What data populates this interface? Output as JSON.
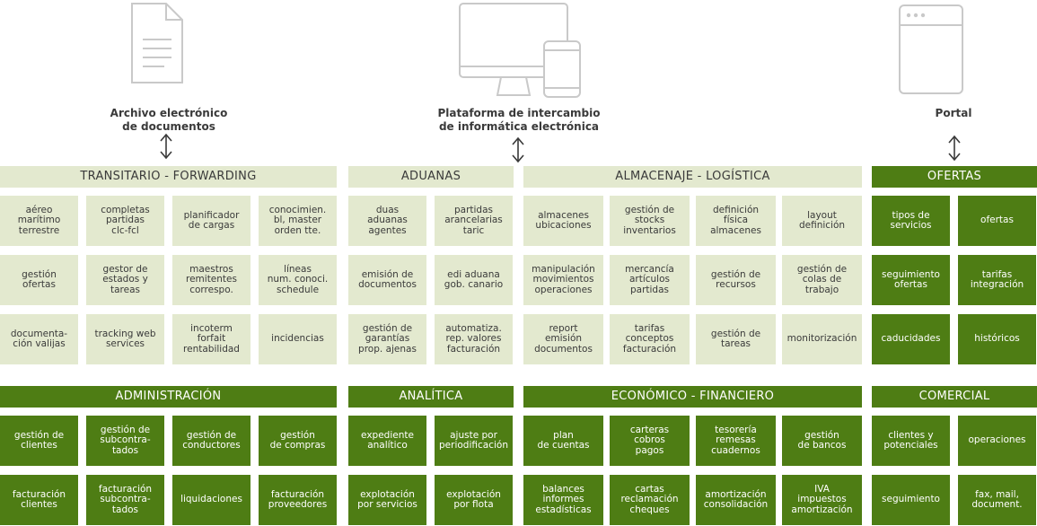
{
  "sources": [
    {
      "id": "doc",
      "icon": "document-icon",
      "caption": "Archivo electrónico\nde documentos"
    },
    {
      "id": "platform",
      "icon": "devices-icon",
      "caption": "Plataforma de intercambio\nde informática electrónica"
    },
    {
      "id": "portal",
      "icon": "browser-window-icon",
      "caption": "Portal"
    }
  ],
  "colors": {
    "light": "#e3e9cf",
    "dark": "#4e7d14",
    "text": "#3a3a3a"
  },
  "sections": {
    "transitario": {
      "title": "TRANSITARIO - FORWARDING",
      "cells": [
        "aéreo\nmarítimo\nterrestre",
        "completas\npartidas\nclc-fcl",
        "planificador\nde cargas",
        "conocimien.\nbl, master\norden tte.",
        "gestión\nofertas",
        "gestor de\nestados y\ntareas",
        "maestros\nremitentes\ncorrespo.",
        "líneas\nnum. conoci.\nschedule",
        "documenta-\nción valijas",
        "tracking web\nservices",
        "incoterm\nforfait\nrentabilidad",
        "incidencias"
      ]
    },
    "aduanas": {
      "title": "ADUANAS",
      "cells": [
        "duas\naduanas\nagentes",
        "partidas\narancelarias\ntaric",
        "emisión de\ndocumentos",
        "edi aduana\ngob. canario",
        "gestión de\ngarantías\nprop. ajenas",
        "automatiza.\nrep. valores\nfacturación"
      ]
    },
    "almacenaje": {
      "title": "ALMACENAJE - LOGÍSTICA",
      "cells": [
        "almacenes\nubicaciones",
        "gestión de\nstocks\ninventarios",
        "definición\nfísica\nalmacenes",
        "layout\ndefinición",
        "manipulación\nmovimientos\noperaciones",
        "mercancía\nartículos\npartidas",
        "gestión de\nrecursos",
        "gestión de\ncolas de\ntrabajo",
        "report\nemisión\ndocumentos",
        "tarifas\nconceptos\nfacturación",
        "gestión de\ntareas",
        "monitorización"
      ]
    },
    "ofertas": {
      "title": "OFERTAS",
      "cells": [
        "tipos de\nservicios",
        "ofertas",
        "seguimiento\nofertas",
        "tarifas\nintegración",
        "caducidades",
        "históricos"
      ]
    },
    "administracion": {
      "title": "ADMINISTRACIÓN",
      "cells": [
        "gestión de\nclientes",
        "gestión de\nsubcontra-\ntados",
        "gestión de\nconductores",
        "gestión\nde compras",
        "facturación\nclientes",
        "facturación\nsubcontra-\ntados",
        "liquidaciones",
        "facturación\nproveedores"
      ]
    },
    "analitica": {
      "title": "ANALÍTICA",
      "cells": [
        "expediente\nanalítico",
        "ajuste por\nperiodificación",
        "explotación\npor servicios",
        "explotación\npor flota"
      ]
    },
    "economico": {
      "title": "ECONÓMICO - FINANCIERO",
      "cells": [
        "plan\nde cuentas",
        "carteras\ncobros\npagos",
        "tesorería\nremesas\ncuadernos",
        "gestión\nde bancos",
        "balances\ninformes\nestadísticas",
        "cartas\nreclamación\ncheques",
        "amortización\nconsolidación",
        "IVA\nimpuestos\namortización"
      ]
    },
    "comercial": {
      "title": "COMERCIAL",
      "cells": [
        "clientes y\npotenciales",
        "operaciones",
        "seguimiento",
        "fax, mail,\ndocument."
      ]
    }
  }
}
